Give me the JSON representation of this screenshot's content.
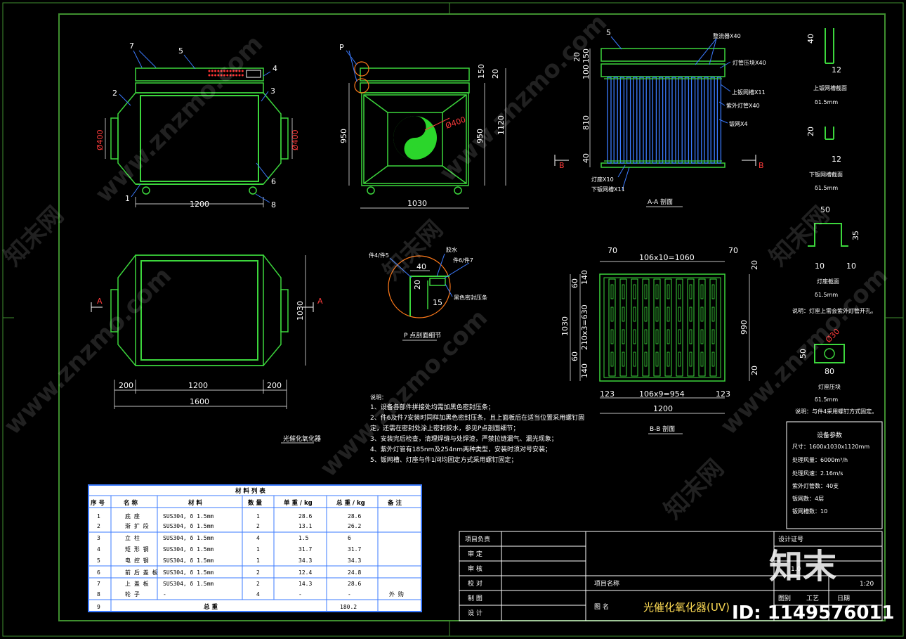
{
  "front_view": {
    "callouts": [
      "7",
      "5",
      "4",
      "2",
      "3",
      "6",
      "1",
      "8"
    ],
    "dims": {
      "width": "1200",
      "port_left": "Ø400",
      "port_right": "Ø400"
    }
  },
  "side_view": {
    "callout": "P",
    "dims": {
      "height_left": "950",
      "height_right": "950",
      "total": "1120",
      "top": "150",
      "top2": "20",
      "width": "1030",
      "port": "Ø400"
    }
  },
  "plan_view": {
    "dims": {
      "center": "1200",
      "left": "200",
      "right": "200",
      "total": "1600",
      "height": "1030"
    },
    "section_mark": "A",
    "caption": "光催化氧化器"
  },
  "section_aa": {
    "title": "A-A 剖面",
    "mark": "B",
    "labels": [
      "整流器X40",
      "灯管压块X40",
      "上钣网槽X11",
      "紫外灯管X40",
      "钣网X4",
      "灯座X10",
      "下钣网槽X11"
    ],
    "callout": "5",
    "dims": {
      "d20": "20",
      "d150": "150",
      "d100": "100",
      "d810": "810",
      "d40": "40"
    }
  },
  "detail_p": {
    "labels": [
      "件4/件5",
      "胶水",
      "件6/件7",
      "黑色密封压条"
    ],
    "dims": {
      "d40": "40",
      "d20": "20",
      "d15": "15"
    },
    "title": "P 点剖面细节"
  },
  "section_bb": {
    "title": "B-B 剖面",
    "dims": {
      "left70": "70",
      "right70": "70",
      "top": "106x10=1060",
      "h1030": "1030",
      "d60": "60",
      "d140": "140",
      "mid": "210x3=630",
      "d60b": "60",
      "d140b": "140",
      "bottom": "106x9=954",
      "b123l": "123",
      "b123r": "123",
      "width": "1200",
      "h990": "990",
      "r20": "20",
      "r20b": "20"
    }
  },
  "profiles": [
    {
      "title": "上钣网槽截面",
      "thk": "δ1.5mm",
      "d1": "40",
      "d2": "12"
    },
    {
      "title": "下钣网槽截面",
      "thk": "δ1.5mm",
      "d1": "20",
      "d2": "12"
    },
    {
      "title": "灯座截面",
      "thk": "δ1.5mm",
      "d1": "50",
      "d2": "35",
      "d3": "10",
      "d4": "10"
    }
  ],
  "note_lamp": "说明：灯座上需会紫外灯管开孔。",
  "lamp_block": {
    "title": "灯座压块",
    "thk": "δ1.5mm",
    "d1": "50",
    "d2": "80",
    "hole": "Ø30",
    "note": "说明：与件4采用螺钉方式固定。"
  },
  "notes": {
    "heading": "说明：",
    "lines": [
      "1、设备各部件拼接处均需加黑色密封压条；",
      "2、件6及件7安装时同样加黑色密封压条，且上面板后在适当位置采用螺钉固",
      "定，还需在密封处涂上密封胶水，参见P点剖面细节；",
      "3、安装完后检查，清理焊缝与处焊渣，严禁拉链漏气、漏光现象；",
      "4、紫外灯管有185nm及254nm两种类型，安装时须对号安装；",
      "5、钣网槽、灯座与件1间均固定方式采用螺钉固定；"
    ]
  },
  "params": {
    "title": "设备参数",
    "rows": [
      "尺寸：1600x1030x1120mm",
      "处理风量：6000m³/h",
      "处理风速：2.16m/s",
      "紫外灯管数：40支",
      "钣网数：4层",
      "钣网槽数：10"
    ]
  },
  "bom": {
    "title": "材 料 列 表",
    "headers": [
      "序 号",
      "名 称",
      "材 料",
      "数 量",
      "单 重 / kg",
      "总 重 / kg",
      "备 注"
    ],
    "rows": [
      [
        "1",
        "底 座",
        "SUS304, δ 1.5mm",
        "1",
        "28.6",
        "28.6",
        ""
      ],
      [
        "2",
        "渐 扩 段",
        "SUS304, δ 1.5mm",
        "2",
        "13.1",
        "26.2",
        ""
      ],
      [
        "3",
        "立 柱",
        "SUS304, δ 1.5mm",
        "4",
        "1.5",
        "6",
        ""
      ],
      [
        "4",
        "矩 形 钢",
        "SUS304, δ 1.5mm",
        "1",
        "31.7",
        "31.7",
        ""
      ],
      [
        "5",
        "电 控 钢",
        "SUS304, δ 1.5mm",
        "1",
        "34.3",
        "34.3",
        ""
      ],
      [
        "6",
        "前 后 盖 板",
        "SUS304, δ 1.5mm",
        "2",
        "12.4",
        "24.8",
        ""
      ],
      [
        "7",
        "上 盖 板",
        "SUS304, δ 1.5mm",
        "2",
        "14.3",
        "28.6",
        ""
      ],
      [
        "8",
        "轮 子",
        "-",
        "4",
        "-",
        "-",
        "外 购"
      ]
    ],
    "total_label": "总 重",
    "total": "180.2"
  },
  "title_block": {
    "left_labels": [
      "项目负责",
      "审 定",
      "审 核",
      "校 对",
      "制 图",
      "设 计"
    ],
    "project_label": "项目名称",
    "drawing_label": "图 名",
    "drawing_name": "光催化氧化器(UV)",
    "right_labels": [
      "设计证号",
      "1.0",
      "1:20",
      "图别",
      "工艺",
      "日期"
    ]
  },
  "watermark": {
    "brand": "www.znzmo.com",
    "logo": "知末",
    "id": "ID: 1149576011",
    "short": "知末网"
  }
}
